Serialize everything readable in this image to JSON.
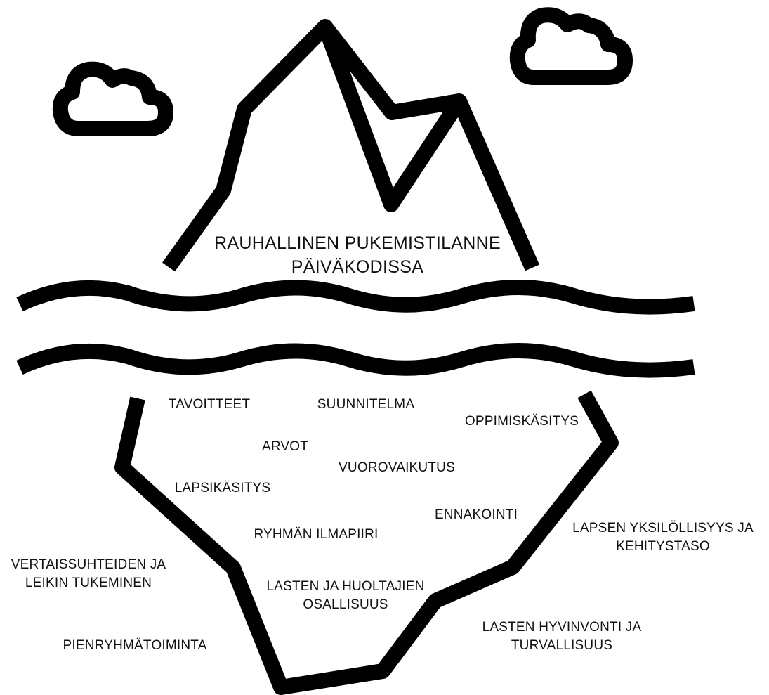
{
  "colors": {
    "ink": "#000000",
    "background": "#ffffff"
  },
  "icons": {
    "left_cloud": "cloud-icon",
    "right_cloud": "cloud-icon"
  },
  "above_water": {
    "title_line1": "RAUHALLINEN PUKEMISTILANNE",
    "title_line2": "PÄIVÄKODISSA"
  },
  "below_water": {
    "tavoitteet": "TAVOITTEET",
    "suunnitelma": "SUUNNITELMA",
    "oppimiskasitys": "OPPIMISKÄSITYS",
    "arvot": "ARVOT",
    "vuorovaikutus": "VUOROVAIKUTUS",
    "lapsikasitys": "LAPSIKÄSITYS",
    "ennakointi": "ENNAKOINTI",
    "ryhman_ilmapiiri": "RYHMÄN ILMAPIIRI",
    "lasten_huoltajien_line1": "LASTEN JA HUOLTAJIEN",
    "lasten_huoltajien_line2": "OSALLISUUS"
  },
  "outside": {
    "lapsen_line1": "LAPSEN YKSILÖLLISYYS JA",
    "lapsen_line2": "KEHITYSTASO",
    "vertais_line1": "VERTAISSUHTEIDEN JA",
    "vertais_line2": "LEIKIN TUKEMINEN",
    "hyvinvointi_line1": "LASTEN HYVINVONTI JA",
    "hyvinvointi_line2": "TURVALLISUUS",
    "pienryhma": "PIENRYHMÄTOIMINTA"
  }
}
